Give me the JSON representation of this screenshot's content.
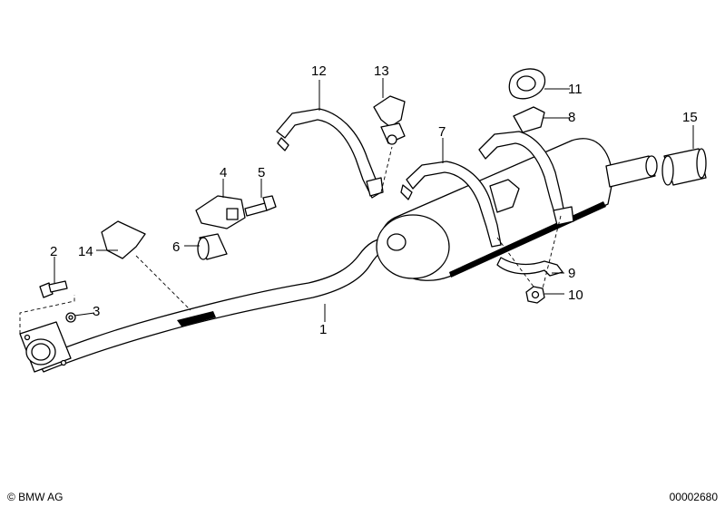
{
  "callouts": [
    "1",
    "2",
    "3",
    "4",
    "5",
    "6",
    "7",
    "8",
    "9",
    "10",
    "11",
    "12",
    "13",
    "14",
    "15"
  ],
  "footer": {
    "copyright": "© BMW AG",
    "drawing_number": "00002680"
  }
}
